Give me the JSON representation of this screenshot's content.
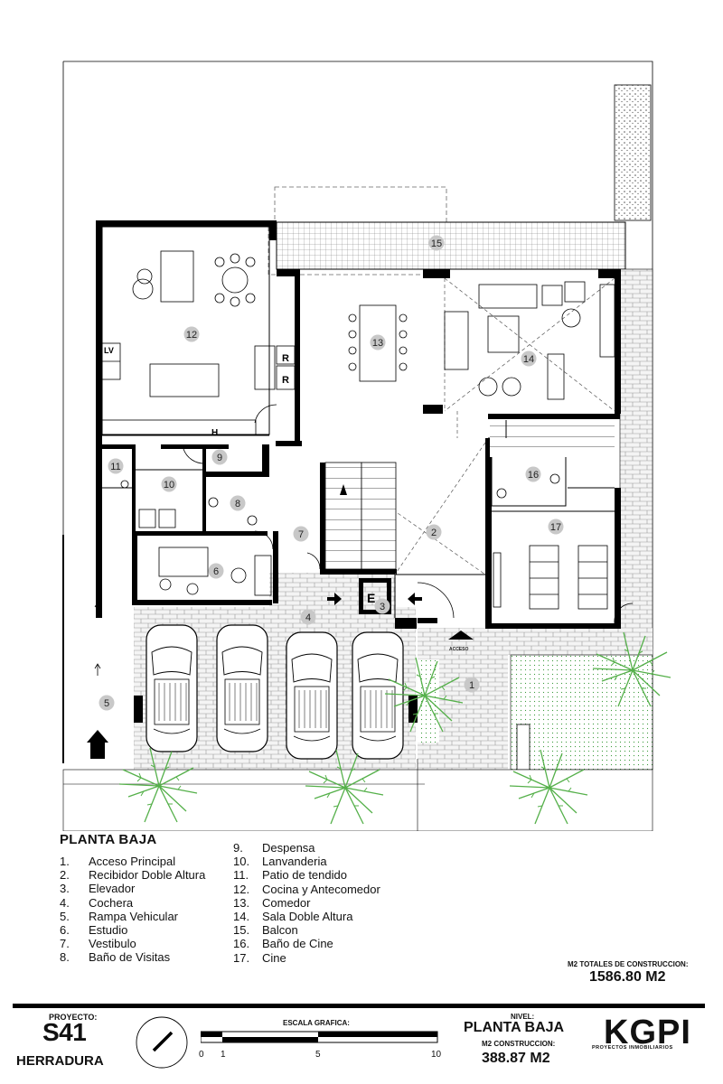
{
  "title": "PLANTA BAJA",
  "legend": [
    {
      "n": "1.",
      "label": "Acceso Principal"
    },
    {
      "n": "2.",
      "label": "Recibidor Doble Altura"
    },
    {
      "n": "3.",
      "label": "Elevador"
    },
    {
      "n": "4.",
      "label": "Cochera"
    },
    {
      "n": "5.",
      "label": "Rampa Vehicular"
    },
    {
      "n": "6.",
      "label": "Estudio"
    },
    {
      "n": "7.",
      "label": "Vestibulo"
    },
    {
      "n": "8.",
      "label": "Baño de Visitas"
    },
    {
      "n": "9.",
      "label": "Despensa"
    },
    {
      "n": "10.",
      "label": "Lanvanderia"
    },
    {
      "n": "11.",
      "label": "Patio de tendido"
    },
    {
      "n": "12.",
      "label": "Cocina y Antecomedor"
    },
    {
      "n": "13.",
      "label": "Comedor"
    },
    {
      "n": "14.",
      "label": "Sala Doble Altura"
    },
    {
      "n": "15.",
      "label": "Balcon"
    },
    {
      "n": "16.",
      "label": "Baño de Cine"
    },
    {
      "n": "17.",
      "label": "Cine"
    }
  ],
  "room_numbers": [
    "1",
    "2",
    "3",
    "4",
    "5",
    "6",
    "7",
    "8",
    "9",
    "10",
    "11",
    "12",
    "13",
    "14",
    "15",
    "16",
    "17"
  ],
  "plan_labels": {
    "acceso": "ACCESO",
    "elevator": "E",
    "fridge": "R",
    "laundry": "LV",
    "hood": "H"
  },
  "totals": {
    "label": "M2 TOTALES DE CONSTRUCCION:",
    "value": "1586.80 M2"
  },
  "titleblock": {
    "proyecto_label": "PROYECTO:",
    "proyecto_code": "S41",
    "proyecto_name": "HERRADURA",
    "scale_label": "ESCALA GRAFICA:",
    "scale_ticks": [
      "0",
      "1",
      "5",
      "10"
    ],
    "nivel_label": "NIVEL:",
    "nivel_value": "PLANTA BAJA",
    "m2_label": "M2 CONSTRUCCION:",
    "m2_value": "388.87 M2",
    "brand": "KGPI",
    "brand_sub": "PROYECTOS INMOBILIARIOS"
  },
  "colors": {
    "wall": "#000000",
    "grass": "#7ac96a",
    "paving": "#b0b0b0",
    "marker": "#c8c8c8"
  }
}
